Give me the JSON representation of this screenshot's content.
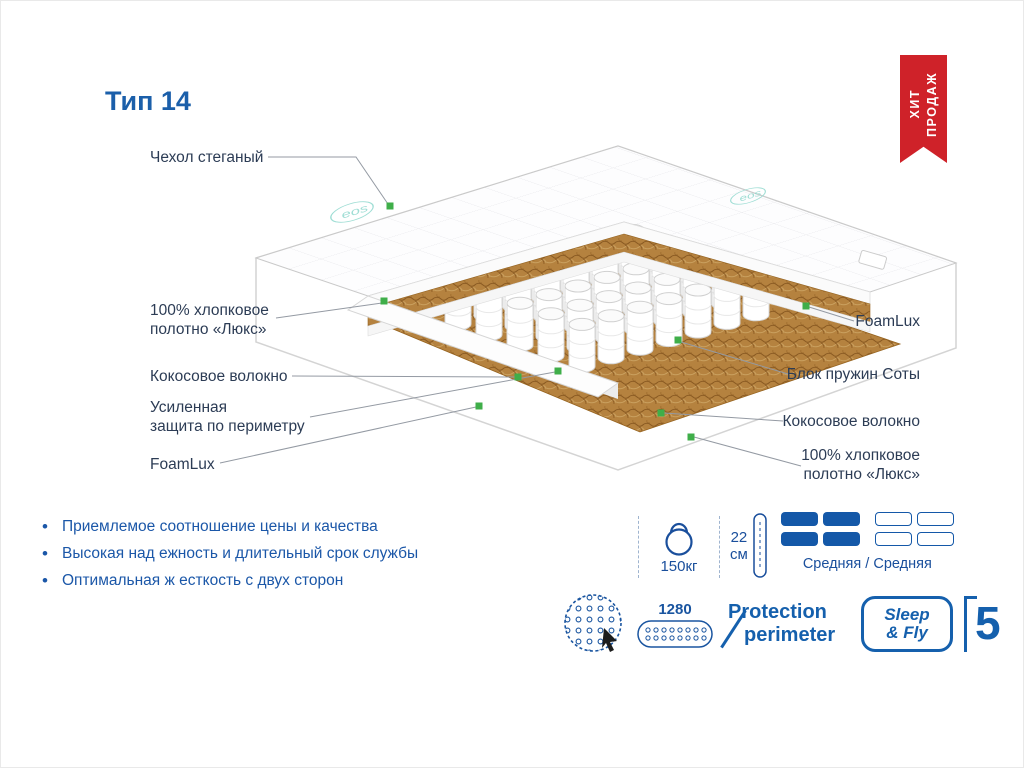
{
  "page": {
    "title": "Тип 14"
  },
  "ribbon": {
    "line1": "ХИТ",
    "line2": "ПРОДАЖ",
    "color": "#cf2229"
  },
  "diagram": {
    "labels_left": [
      {
        "text": "Чехол стеганый"
      },
      {
        "text": "100% хлопковое\nполотно «Люкс»"
      },
      {
        "text": "Кокосовое волокно"
      },
      {
        "text": "Усиленная\nзащита по периметру"
      },
      {
        "text": "FoamLux"
      }
    ],
    "labels_right": [
      {
        "text": "FoamLux"
      },
      {
        "text": "Блок пружин Соты"
      },
      {
        "text": "Кокосовое волокно"
      },
      {
        "text": "100% хлопковое\nполотно «Люкс»"
      }
    ],
    "fabric_logo": "eos",
    "marker_color": "#3fae49",
    "accent_blue": "#1a55a0",
    "coir_color": "#b5823f"
  },
  "features": [
    "Приемлемое соотношение цены и качества",
    "Высокая над ежность и длительный срок службы",
    "Оптимальная ж есткость с двух сторон"
  ],
  "specs": {
    "max_weight": "150кг",
    "height_value": "22",
    "height_unit": "см",
    "firmness_label": "Средняя / Средняя",
    "springs_count": "1280",
    "protection_line1": "Protection",
    "protection_line2": "perimeter",
    "brand_line1": "Sleep",
    "brand_line2": "& Fly",
    "warranty_years": "5"
  }
}
